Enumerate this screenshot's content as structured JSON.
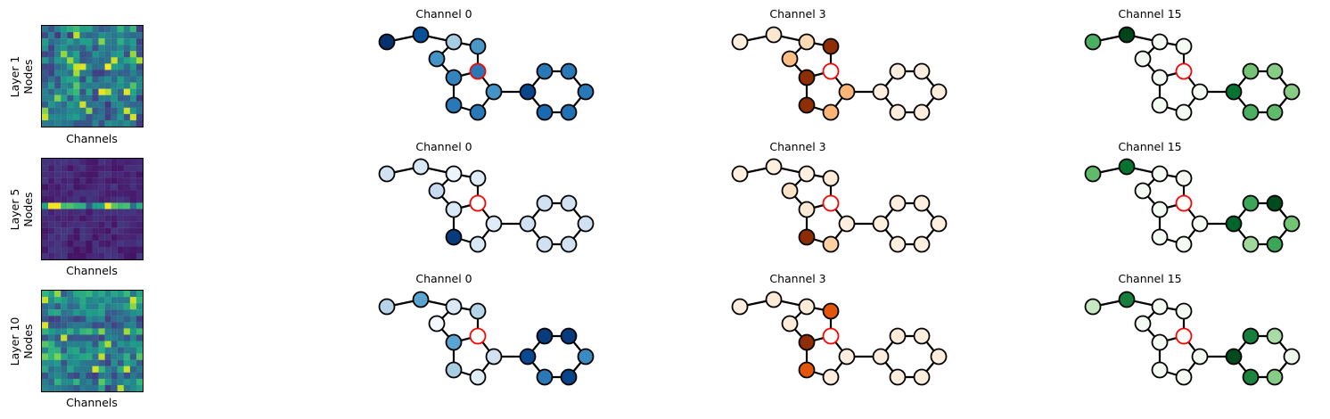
{
  "rows": [
    {
      "layer_label": "Layer 1",
      "nodes_label": "Nodes",
      "channels_label": "Channels",
      "heatmap_seed": 11,
      "graphs": [
        {
          "title": "Channel 0",
          "cmap": "blues",
          "values": [
            1.0,
            0.88,
            0.35,
            0.6,
            0.62,
            0.68,
            0.8,
            0.72,
            0.72,
            0.62,
            0.92,
            0.72,
            0.72,
            0.72,
            0.75,
            0.78,
            0.8
          ]
        },
        {
          "title": "Channel 3",
          "cmap": "oranges",
          "values": [
            0.06,
            0.12,
            0.2,
            0.95,
            0.32,
            0.95,
            0.0,
            0.95,
            0.35,
            0.35,
            0.06,
            0.06,
            0.06,
            0.06,
            0.06,
            0.06,
            0.06
          ]
        },
        {
          "title": "Channel 15",
          "cmap": "greens",
          "values": [
            0.6,
            1.0,
            0.02,
            0.02,
            0.02,
            0.02,
            0.0,
            0.02,
            0.02,
            0.02,
            0.85,
            0.5,
            0.45,
            0.45,
            0.55,
            0.6,
            0.55
          ]
        }
      ]
    },
    {
      "layer_label": "Layer 5",
      "nodes_label": "Nodes",
      "channels_label": "Channels",
      "heatmap_seed": 5,
      "graphs": [
        {
          "title": "Channel 0",
          "cmap": "blues",
          "values": [
            0.2,
            0.15,
            0.06,
            0.12,
            0.25,
            0.15,
            0.0,
            0.96,
            0.15,
            0.12,
            0.2,
            0.2,
            0.2,
            0.2,
            0.2,
            0.2,
            0.2
          ]
        },
        {
          "title": "Channel 3",
          "cmap": "oranges",
          "values": [
            0.05,
            0.05,
            0.05,
            0.08,
            0.15,
            0.1,
            0.0,
            0.96,
            0.25,
            0.06,
            0.05,
            0.05,
            0.05,
            0.05,
            0.05,
            0.05,
            0.05
          ]
        },
        {
          "title": "Channel 15",
          "cmap": "greens",
          "values": [
            0.55,
            0.85,
            0.02,
            0.02,
            0.02,
            0.02,
            0.0,
            0.02,
            0.02,
            0.02,
            0.9,
            0.65,
            0.98,
            0.5,
            0.65,
            0.38,
            0.3
          ]
        }
      ]
    },
    {
      "layer_label": "Layer 10",
      "nodes_label": "Nodes",
      "channels_label": "Channels",
      "heatmap_seed": 23,
      "graphs": [
        {
          "title": "Channel 0",
          "cmap": "blues",
          "values": [
            0.3,
            0.55,
            0.15,
            0.3,
            0.02,
            0.55,
            0.0,
            0.35,
            0.12,
            0.2,
            0.9,
            0.96,
            0.96,
            0.65,
            0.92,
            0.72,
            0.6
          ]
        },
        {
          "title": "Channel 3",
          "cmap": "oranges",
          "values": [
            0.06,
            0.1,
            0.08,
            0.7,
            0.08,
            0.95,
            0.0,
            0.7,
            0.06,
            0.06,
            0.06,
            0.08,
            0.06,
            0.06,
            0.06,
            0.06,
            0.06
          ]
        },
        {
          "title": "Channel 15",
          "cmap": "greens",
          "values": [
            0.25,
            0.8,
            0.02,
            0.02,
            0.02,
            0.02,
            0.0,
            0.02,
            0.02,
            0.02,
            0.98,
            0.8,
            0.35,
            0.05,
            0.45,
            0.78,
            0.82
          ]
        }
      ]
    }
  ],
  "colors": {
    "highlight": "#ff0000",
    "edge": "#000000"
  }
}
